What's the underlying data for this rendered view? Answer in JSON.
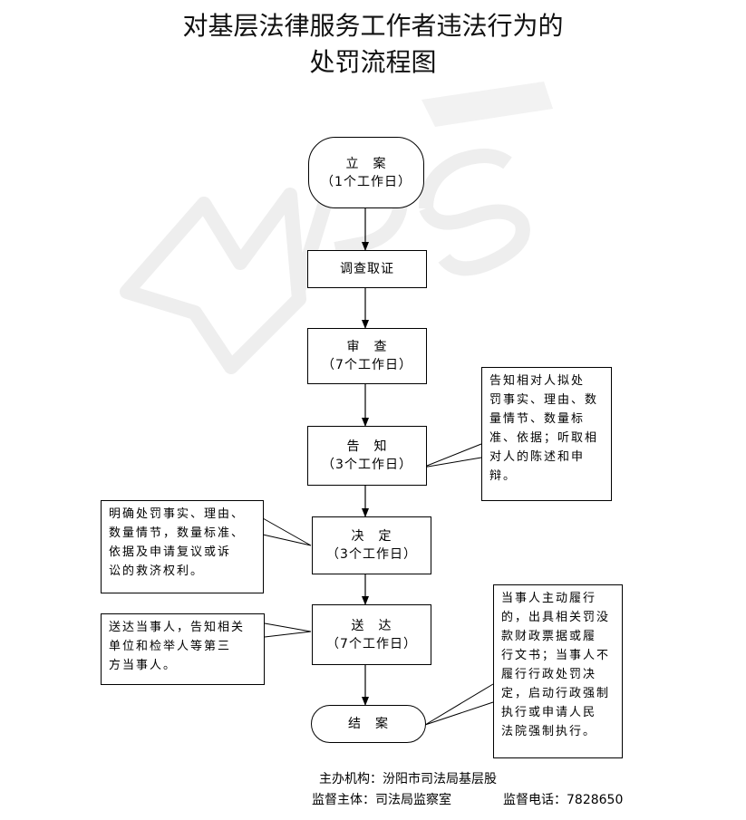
{
  "title": {
    "line1": "对基层法律服务工作者违法行为的",
    "line2": "处罚流程图"
  },
  "watermark": "WPS",
  "steps": [
    {
      "id": "lian",
      "label": "立　案",
      "duration": "（1个工作日）"
    },
    {
      "id": "diaocha",
      "label": "调查取证",
      "duration": ""
    },
    {
      "id": "shencha",
      "label": "审　查",
      "duration": "（7个工作日）"
    },
    {
      "id": "gaozhi",
      "label": "告　知",
      "duration": "（3个工作日）"
    },
    {
      "id": "jueding",
      "label": "决　定",
      "duration": "（3个工作日）"
    },
    {
      "id": "songda",
      "label": "送　达",
      "duration": "（7个工作日）"
    },
    {
      "id": "jiean",
      "label": "结　案",
      "duration": ""
    }
  ],
  "notes": {
    "gaozhi_note": [
      "告知相对人拟处",
      "罚事实、理由、数",
      "量情节、数量标",
      "准、依据；听取相",
      "对人的陈述和申",
      "辩。"
    ],
    "jueding_note": [
      "明确处罚事实、理由、",
      "数量情节，数量标准、",
      "依据及申请复议或诉",
      "讼的救济权利。"
    ],
    "songda_note": [
      "送达当事人，告知相关",
      "单位和检举人等第三",
      "方当事人。"
    ],
    "jiean_note": [
      "当事人主动履行",
      "的，出具相关罚没",
      "款财政票据或履",
      "行文书；当事人不",
      "履行行政处罚决",
      "定，启动行政强制",
      "执行或申请人民",
      "法院强制执行。"
    ]
  },
  "footer": {
    "organizer": "主办机构：汾阳市司法局基层股",
    "supervisor": "监督主体：司法局监察室",
    "phone": "监督电话：7828650"
  }
}
